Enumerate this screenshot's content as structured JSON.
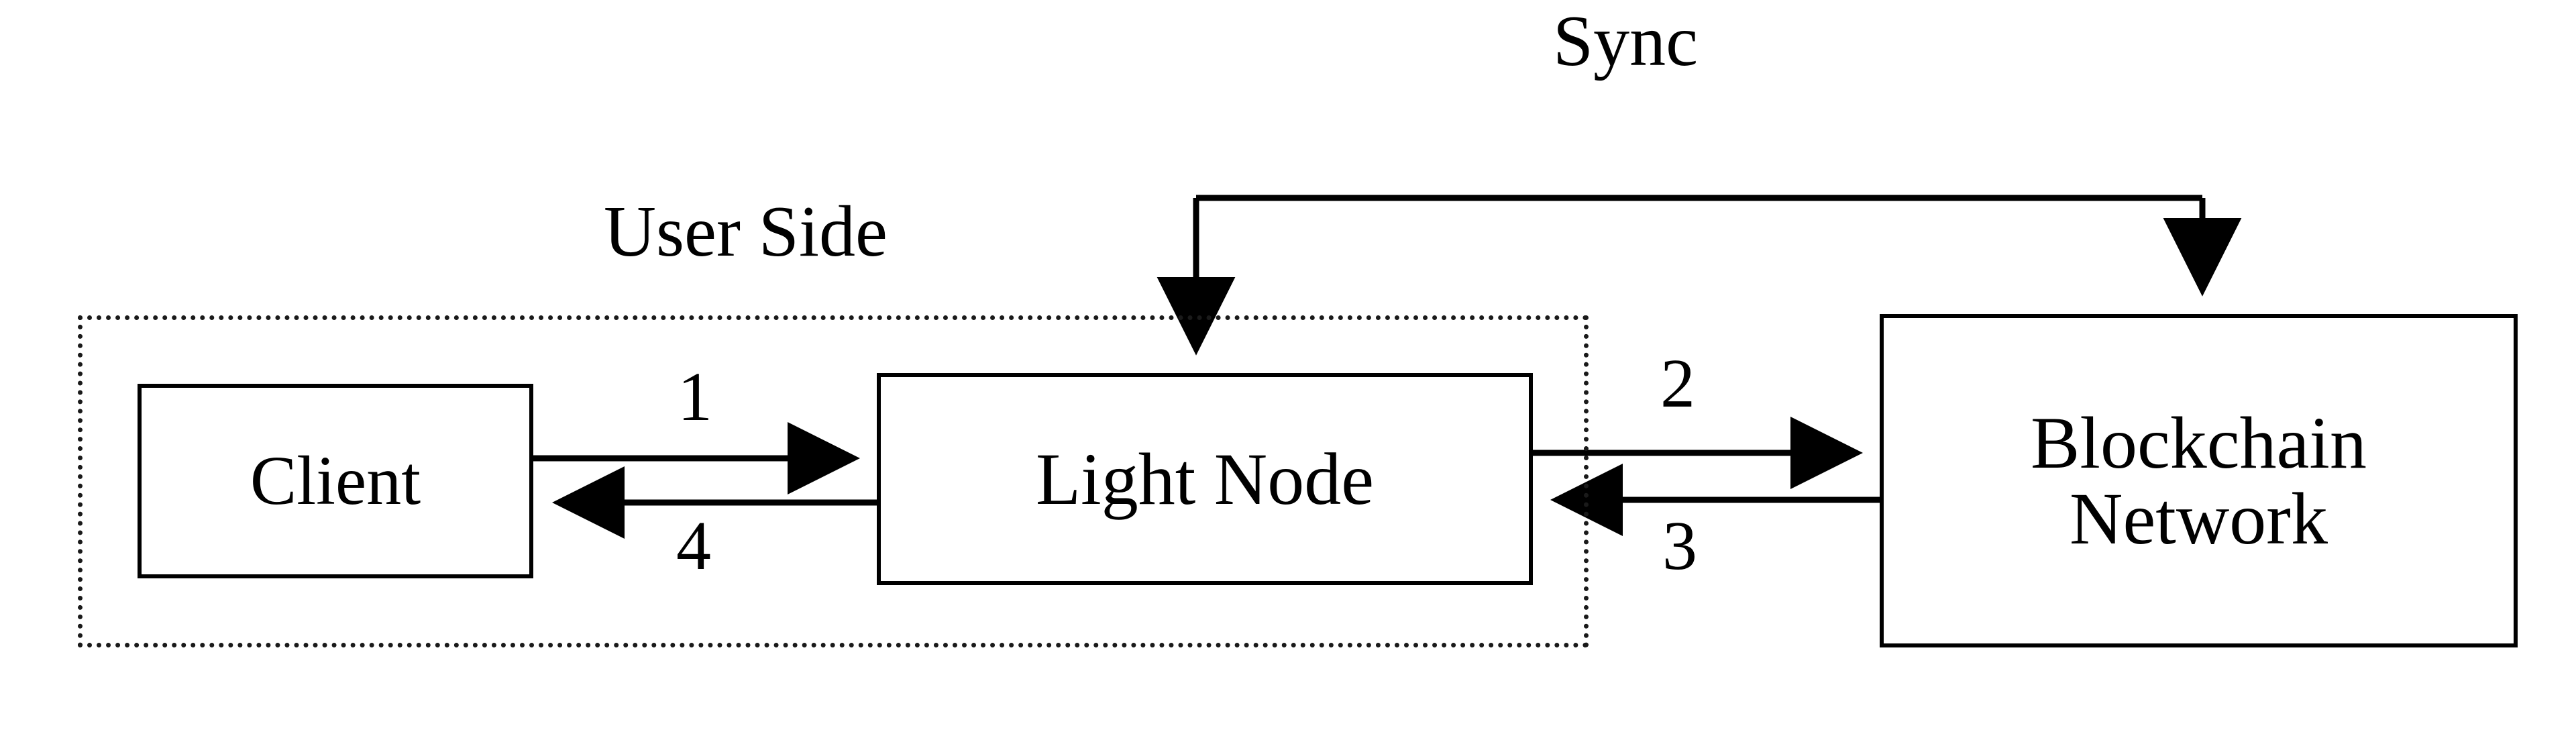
{
  "diagram": {
    "title_text_present": false,
    "background_color": "#ffffff",
    "stroke_color": "#000000",
    "region": {
      "label": "User Side",
      "border_style": "dotted",
      "members": [
        "Client",
        "Light Node"
      ]
    },
    "nodes": [
      {
        "id": "client",
        "label": "Client",
        "label_line2": ""
      },
      {
        "id": "light-node",
        "label": "Light Node",
        "label_line2": ""
      },
      {
        "id": "blockchain",
        "label": "Blockchain",
        "label_line2": "Network"
      }
    ],
    "edges": [
      {
        "id": "e1",
        "label": "1",
        "from": "Client",
        "to": "Light Node",
        "direction": "right"
      },
      {
        "id": "e4",
        "label": "4",
        "from": "Light Node",
        "to": "Client",
        "direction": "left"
      },
      {
        "id": "e2",
        "label": "2",
        "from": "Light Node",
        "to": "Blockchain Network",
        "direction": "right"
      },
      {
        "id": "e3",
        "label": "3",
        "from": "Blockchain Network",
        "to": "Light Node",
        "direction": "left"
      },
      {
        "id": "esync",
        "label": "Sync",
        "from": "Light Node",
        "to": "Blockchain Network",
        "direction": "both"
      }
    ],
    "sync": {
      "label": "Sync"
    }
  }
}
